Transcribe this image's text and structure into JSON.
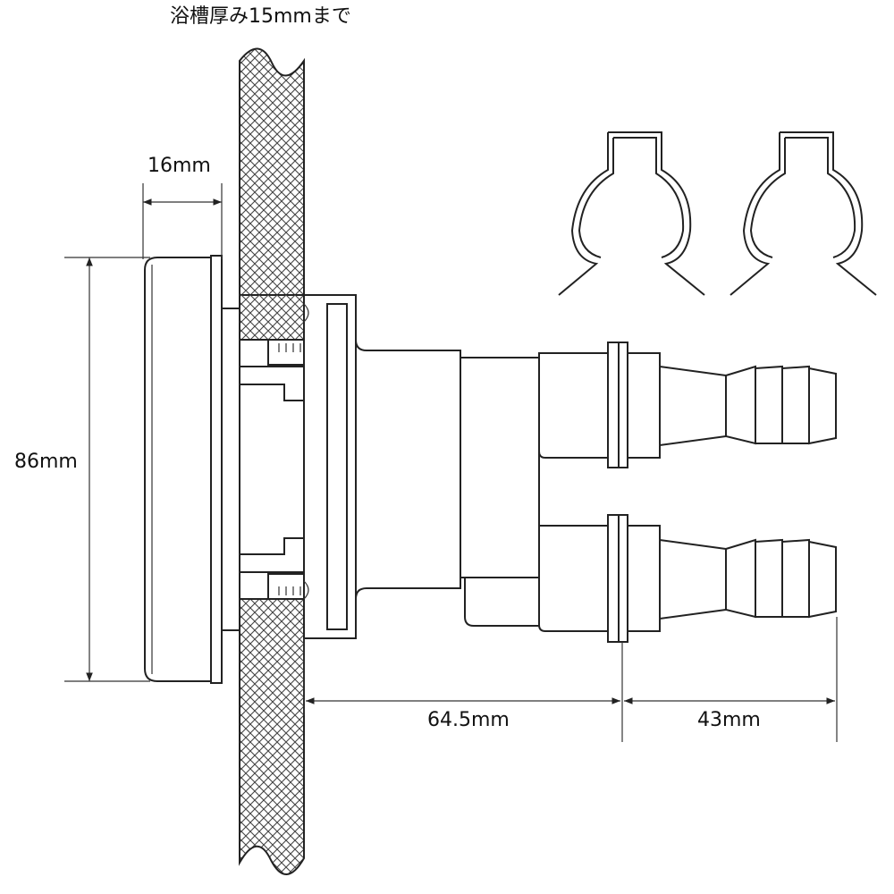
{
  "title": "浴槽厚み15mmまで",
  "dimensions": {
    "width_16": "16mm",
    "height_86": "86mm",
    "length_64_5": "64.5mm",
    "length_43": "43mm"
  },
  "colors": {
    "line": "#222222",
    "background": "#ffffff",
    "hatch": "#444444"
  }
}
